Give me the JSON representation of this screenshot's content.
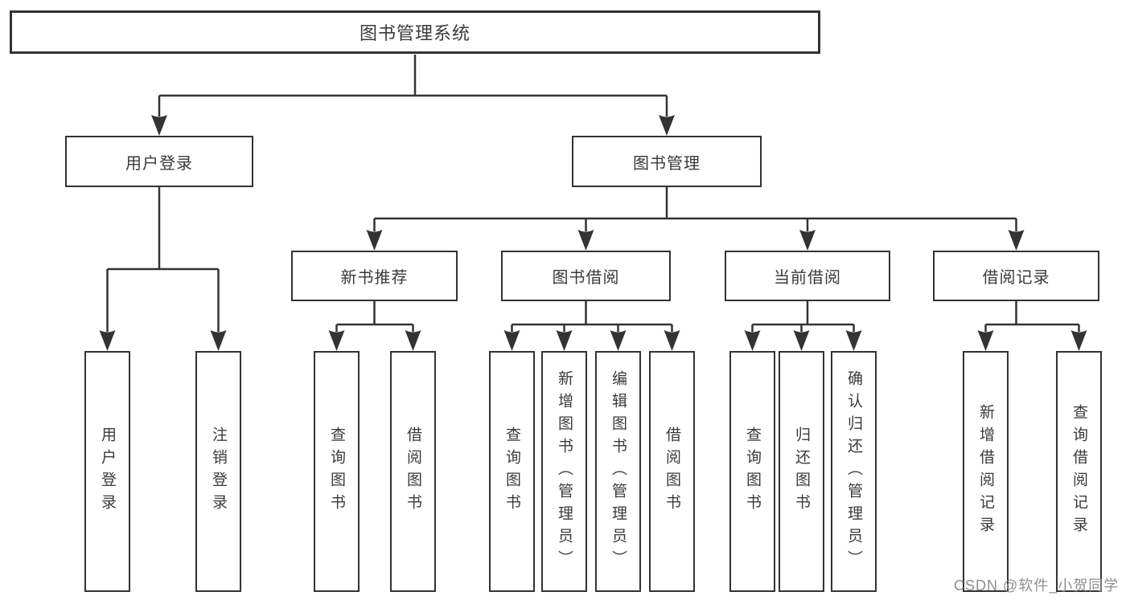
{
  "diagram": {
    "root": {
      "label": "图书管理系统"
    },
    "level2": [
      {
        "label": "用户登录"
      },
      {
        "label": "图书管理"
      }
    ],
    "level3": [
      {
        "label": "新书推荐"
      },
      {
        "label": "图书借阅"
      },
      {
        "label": "当前借阅"
      },
      {
        "label": "借阅记录"
      }
    ],
    "leaves": {
      "user_login": [
        "用户登录",
        "注销登录"
      ],
      "new_book": [
        "查询图书",
        "借阅图书"
      ],
      "book_borrow": [
        "查询图书",
        "新增图书（管理员）",
        "编辑图书（管理员）",
        "借阅图书"
      ],
      "current_borrow": [
        "查询图书",
        "归还图书",
        "确认归还（管理员）"
      ],
      "borrow_record": [
        "新增借阅记录",
        "查询借阅记录"
      ]
    }
  },
  "watermark": {
    "text": "CSDN @软件_小贺同学",
    "color": "#8f8f8f"
  },
  "colors": {
    "line": "#333333",
    "box_border": "#333333",
    "box_fill": "#ffffff",
    "text": "#3a3a3a",
    "background": "#ffffff"
  }
}
